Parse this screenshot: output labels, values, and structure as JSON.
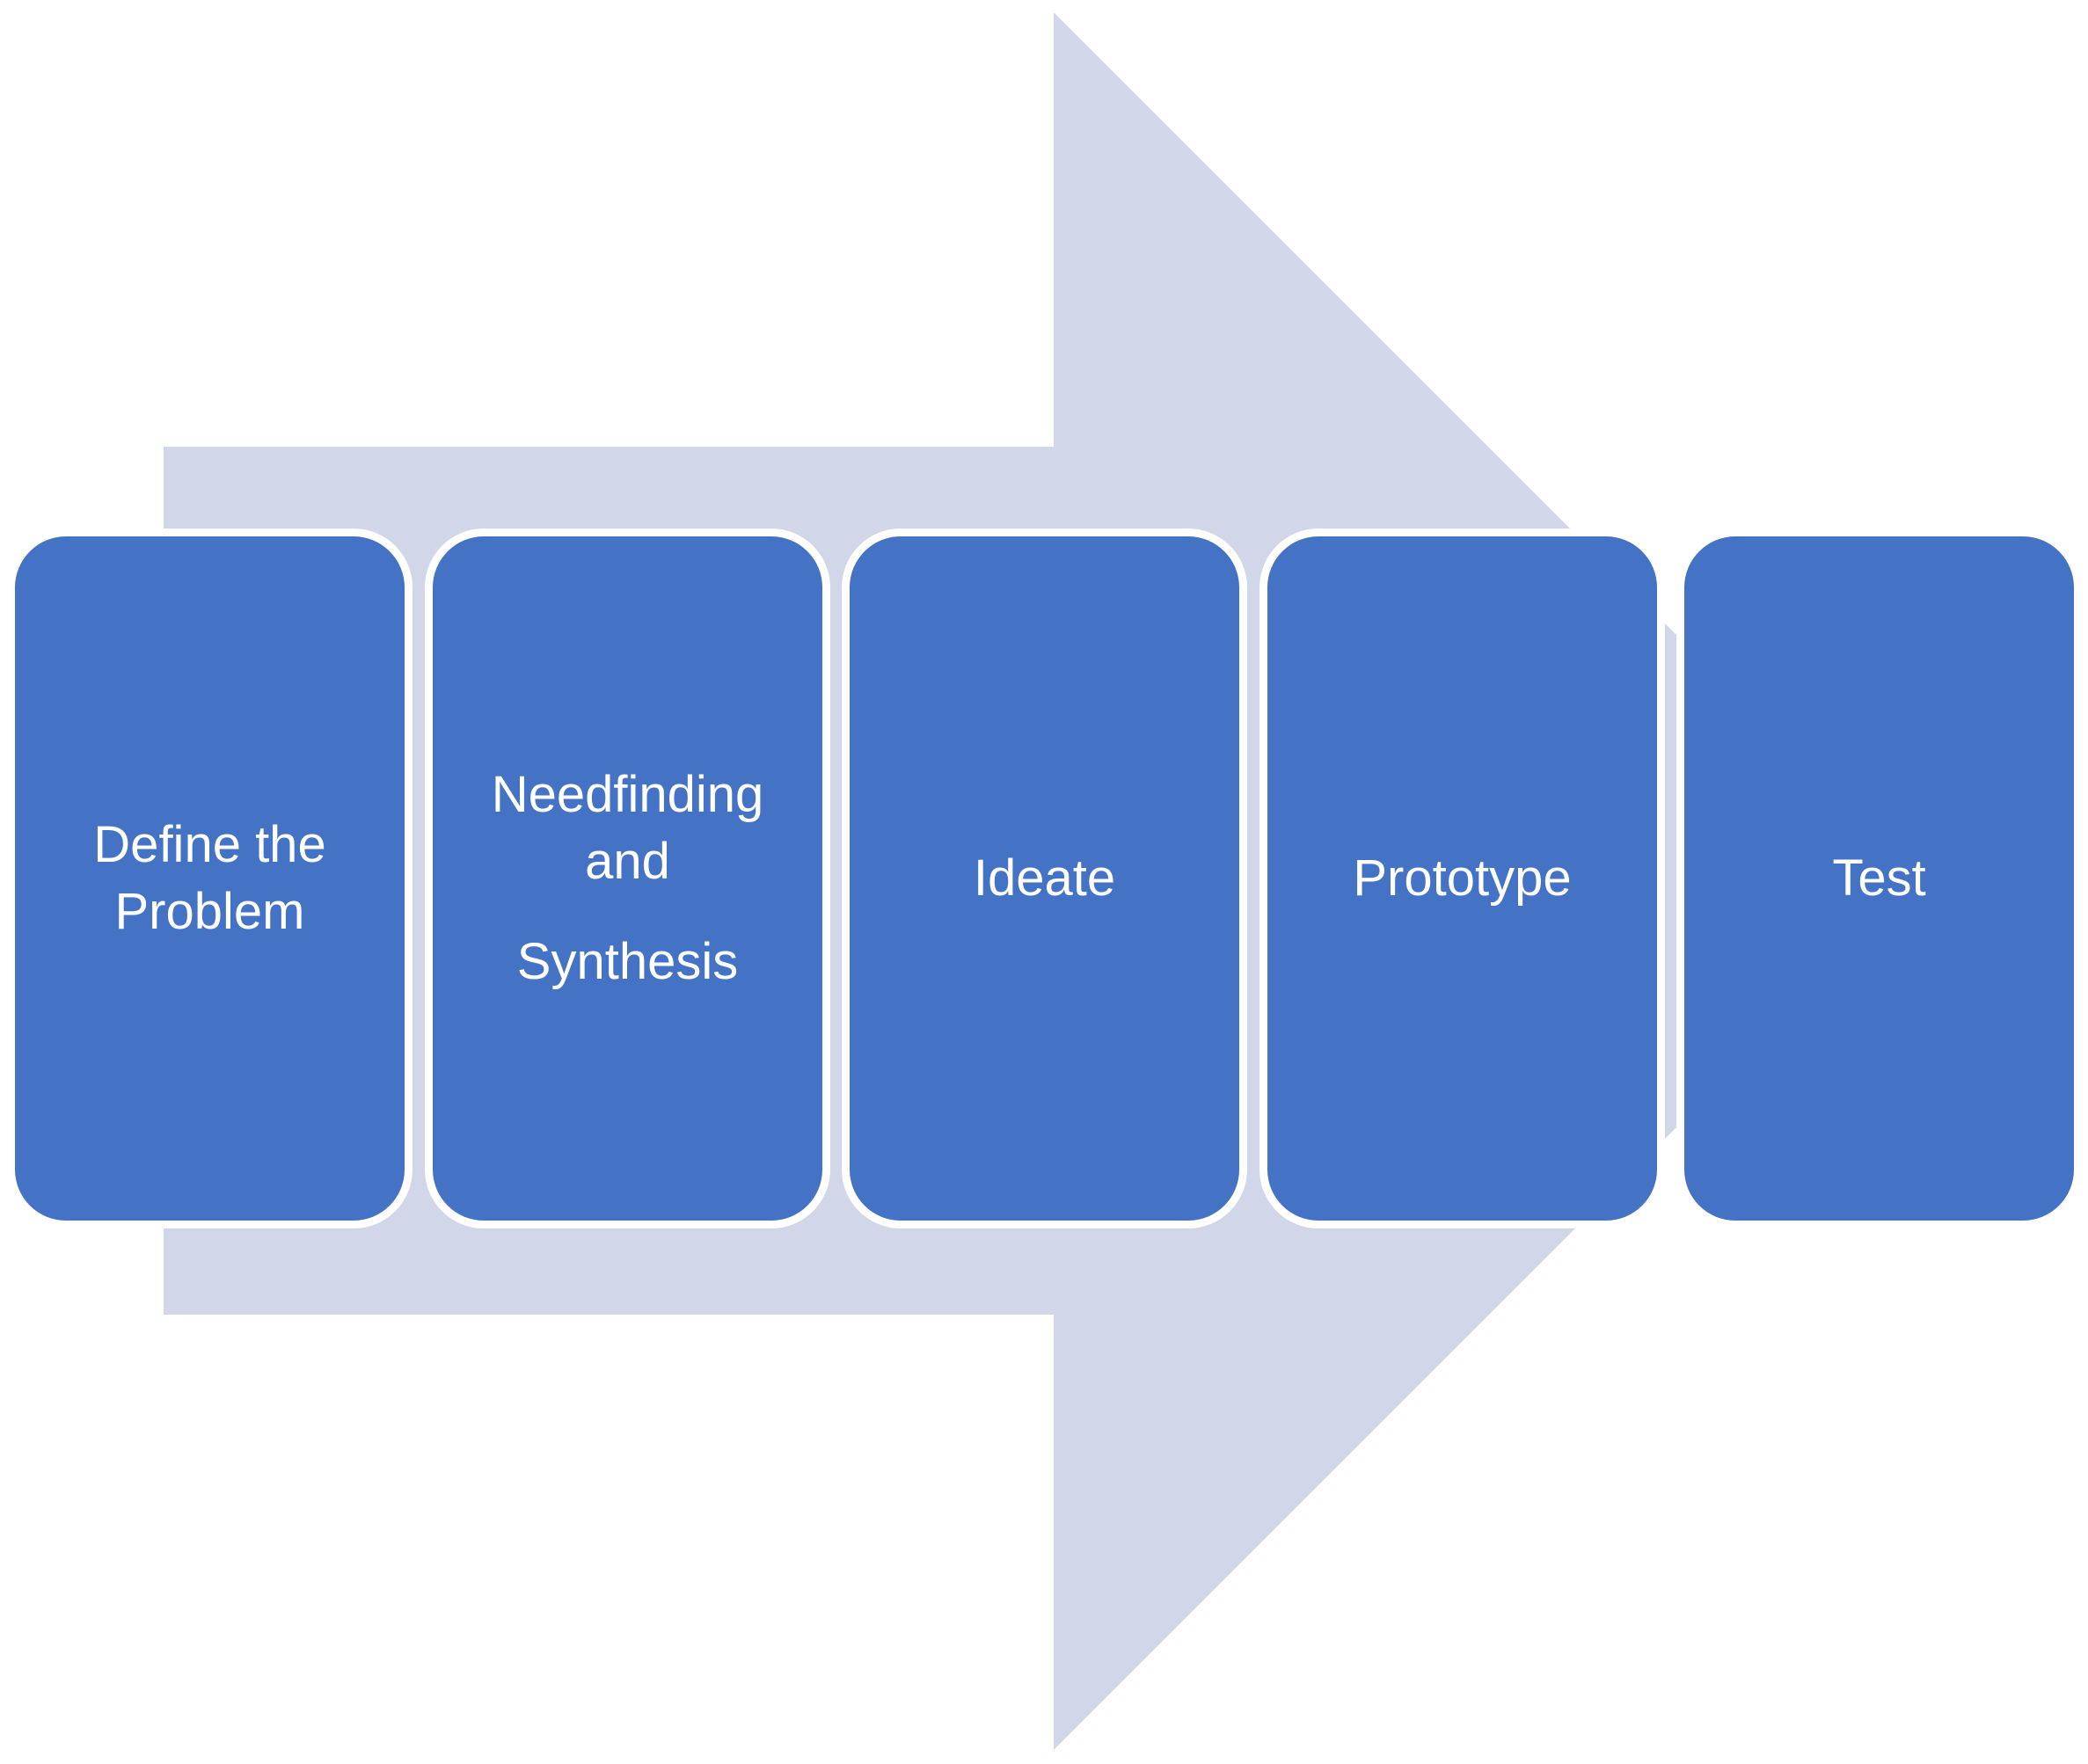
{
  "diagram": {
    "type": "process-arrow",
    "direction": "right",
    "step_count": 5
  },
  "steps": [
    {
      "label": "Define the Problem",
      "lines": [
        "Define the",
        "Problem"
      ]
    },
    {
      "label": "Needfinding and Synthesis",
      "lines": [
        "Needfinding",
        "and",
        "Synthesis"
      ]
    },
    {
      "label": "Ideate",
      "lines": [
        "Ideate"
      ]
    },
    {
      "label": "Prototype",
      "lines": [
        "Prototype"
      ]
    },
    {
      "label": "Test",
      "lines": [
        "Test"
      ]
    }
  ],
  "colors": {
    "box_fill": "#4472C4",
    "box_border": "#FFFFFF",
    "arrow_fill": "#D1D6E9",
    "text": "#FFFFFF",
    "background": "#FFFFFF"
  }
}
